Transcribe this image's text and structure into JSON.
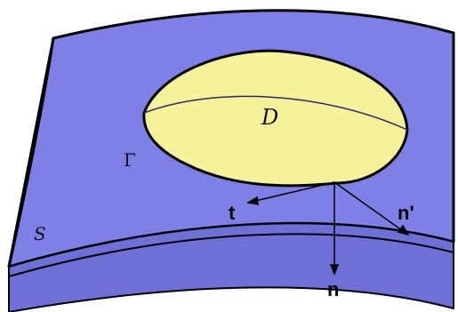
{
  "diagram": {
    "labels": {
      "dome": "D",
      "boundary": "Γ",
      "surface": "S",
      "tangent": "t",
      "normal": "n",
      "normal_prime": "n'"
    },
    "colors": {
      "surface": "#7f80e6",
      "surface_side": "#6e70d8",
      "dome": "#f6f29a",
      "outline": "#000000"
    }
  }
}
